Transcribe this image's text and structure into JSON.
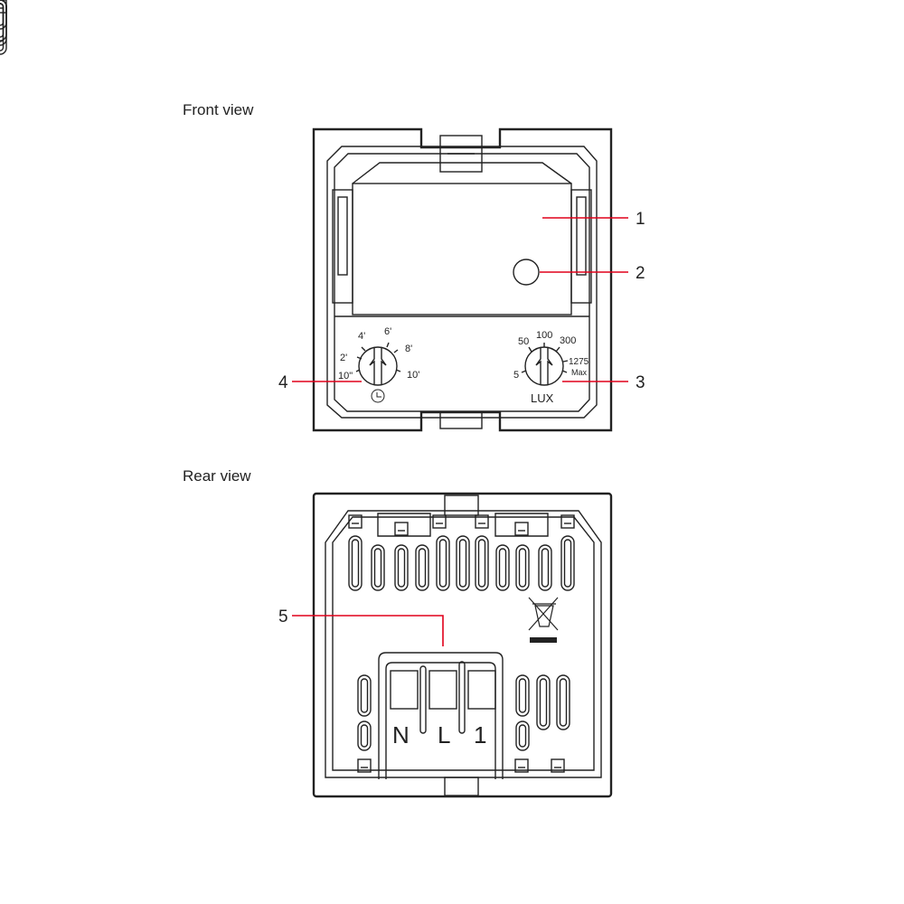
{
  "front_view": {
    "title": "Front view",
    "timer_dial": {
      "labels": [
        "10\"",
        "2'",
        "4'",
        "6'",
        "8'",
        "10'"
      ],
      "icon": "clock-icon"
    },
    "lux_dial": {
      "labels": [
        "5",
        "50",
        "100",
        "300",
        "1275",
        "Max"
      ],
      "unit": "LUX"
    },
    "callouts": [
      "1",
      "2",
      "3",
      "4"
    ]
  },
  "rear_view": {
    "title": "Rear view",
    "terminals": [
      "N",
      "L",
      "1"
    ],
    "callouts": [
      "5"
    ],
    "icon": "weee-bin-icon"
  },
  "colors": {
    "leader": "#e1001a",
    "line": "#222222"
  }
}
